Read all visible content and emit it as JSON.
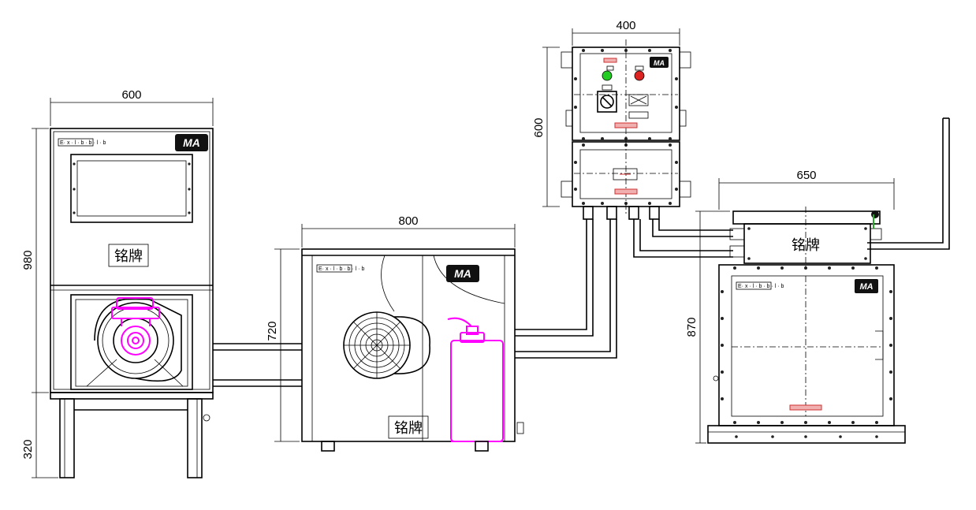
{
  "dimensions": {
    "unit1_width": "600",
    "unit1_height": "980",
    "unit1_stand": "320",
    "unit2_width": "800",
    "unit2_height": "720",
    "box3_width": "400",
    "box3_height": "600",
    "unit4_width": "650",
    "unit4_height": "870"
  },
  "labels": {
    "nameplate": "铭牌",
    "ma_mark": "MA"
  },
  "colors": {
    "line": "#000000",
    "highlight": "#ff00ff",
    "green_lamp": "#22cc22",
    "red_lamp": "#dd2222"
  }
}
